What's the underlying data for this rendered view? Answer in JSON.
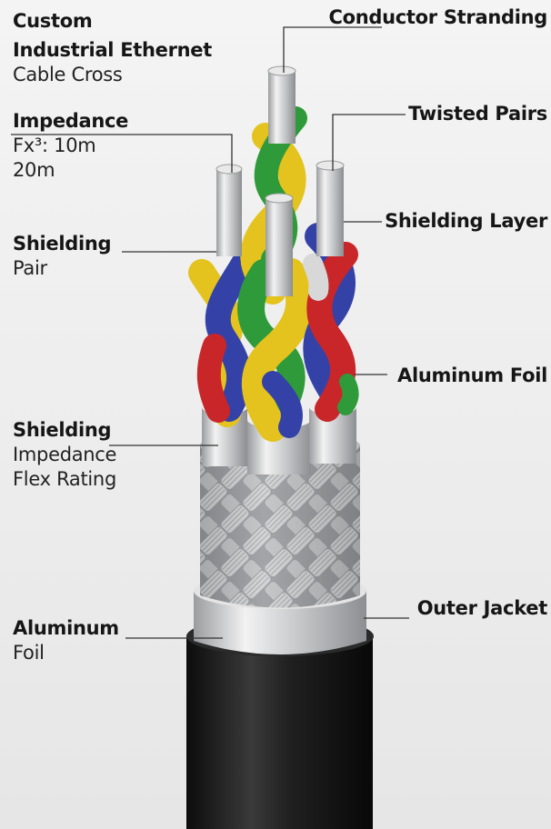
{
  "colors": {
    "background": "#efefef",
    "jacket": "#1a1a1a",
    "braid": "#a6a8aa",
    "foil": "#d8d8d8",
    "conductor": "#cfd1d3",
    "pair_yellow": "#e4c31e",
    "pair_blue": "#3442a8",
    "pair_green": "#2f9a3a",
    "pair_red": "#c9262a"
  },
  "labels_left": [
    {
      "bold": "Custom",
      "lines": []
    },
    {
      "bold": "Industrial Ethernet",
      "lines": [
        "Cable Cross"
      ]
    },
    {
      "bold": "Impedance",
      "lines": [
        "Fx³: 10m",
        "20m"
      ]
    },
    {
      "bold": "Shielding",
      "lines": [
        "Pair"
      ]
    },
    {
      "bold": "Shielding",
      "lines": [
        "Impedance",
        "Flex Rating"
      ]
    },
    {
      "bold": "Aluminum",
      "lines": [
        "Foil"
      ]
    }
  ],
  "labels_right": [
    {
      "bold": "Conductor Stranding"
    },
    {
      "bold": "Twisted Pairs"
    },
    {
      "bold": "Shielding Layer"
    },
    {
      "bold": "Aluminum Foil"
    },
    {
      "bold": "Outer Jacket"
    }
  ]
}
